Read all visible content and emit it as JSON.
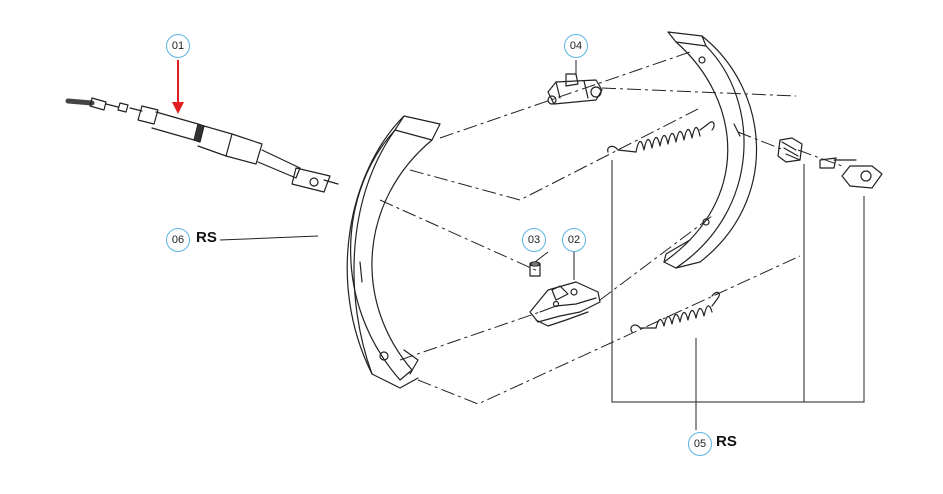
{
  "callouts": [
    {
      "id": "01",
      "label": "01",
      "suffix": ""
    },
    {
      "id": "02",
      "label": "02",
      "suffix": ""
    },
    {
      "id": "03",
      "label": "03",
      "suffix": ""
    },
    {
      "id": "04",
      "label": "04",
      "suffix": ""
    },
    {
      "id": "05",
      "label": "05",
      "suffix": "RS"
    },
    {
      "id": "06",
      "label": "06",
      "suffix": "RS"
    }
  ],
  "colors": {
    "callout_border": "#5ab4e0",
    "highlight_arrow": "#e02020",
    "line": "#222222"
  }
}
